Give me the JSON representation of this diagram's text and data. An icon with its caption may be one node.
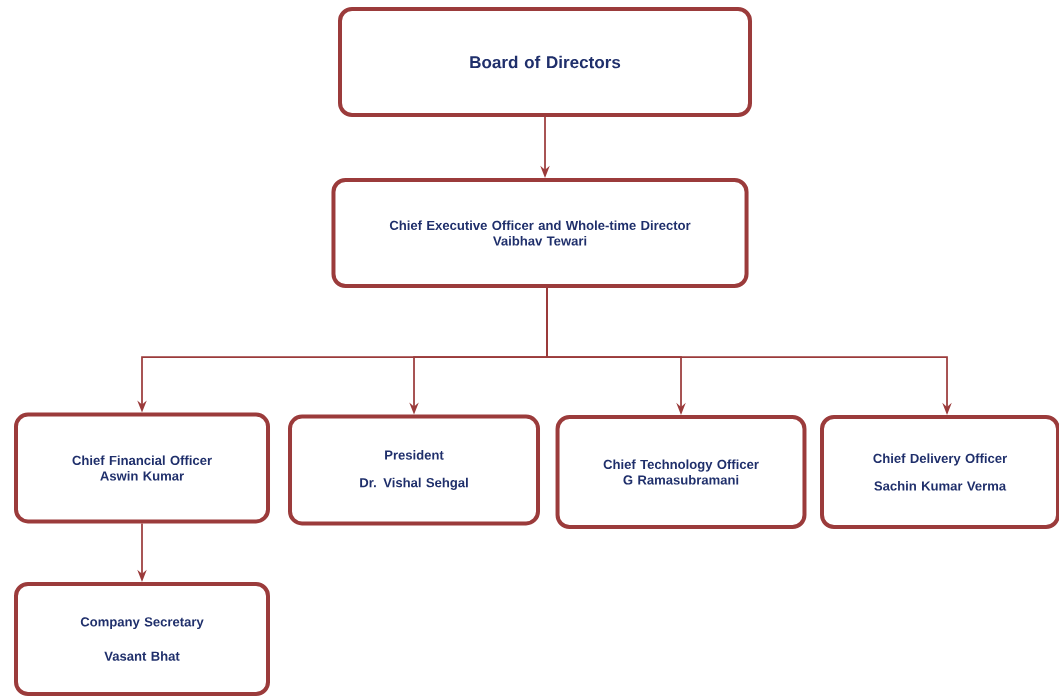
{
  "diagram": {
    "nodes": [
      {
        "text": [
          "Board of Directors"
        ]
      },
      {
        "text": [
          "Chief Executive Officer and Whole-time Director",
          "Vaibhav Tewari"
        ]
      },
      {
        "text": [
          "Chief Financial Officer",
          "Aswin Kumar"
        ]
      },
      {
        "text": [
          "President",
          "Dr. Vishal Sehgal"
        ]
      },
      {
        "text": [
          "Chief Technology Officer",
          "G Ramasubramani"
        ]
      },
      {
        "text": [
          "Chief Delivery Officer",
          "Sachin Kumar Verma"
        ]
      },
      {
        "text": [
          "Company Secretary",
          "Vasant Bhat"
        ]
      }
    ],
    "edges": [
      {
        "from": 0,
        "to": 1,
        "arrow": "to"
      },
      {
        "from": 1,
        "to": 2,
        "arrow": "to"
      },
      {
        "from": 1,
        "to": 3,
        "arrow": "to"
      },
      {
        "from": 1,
        "to": 4,
        "arrow": "to"
      },
      {
        "from": 1,
        "to": 5,
        "arrow": "to"
      },
      {
        "from": 2,
        "to": 6,
        "arrow": "to"
      }
    ]
  }
}
